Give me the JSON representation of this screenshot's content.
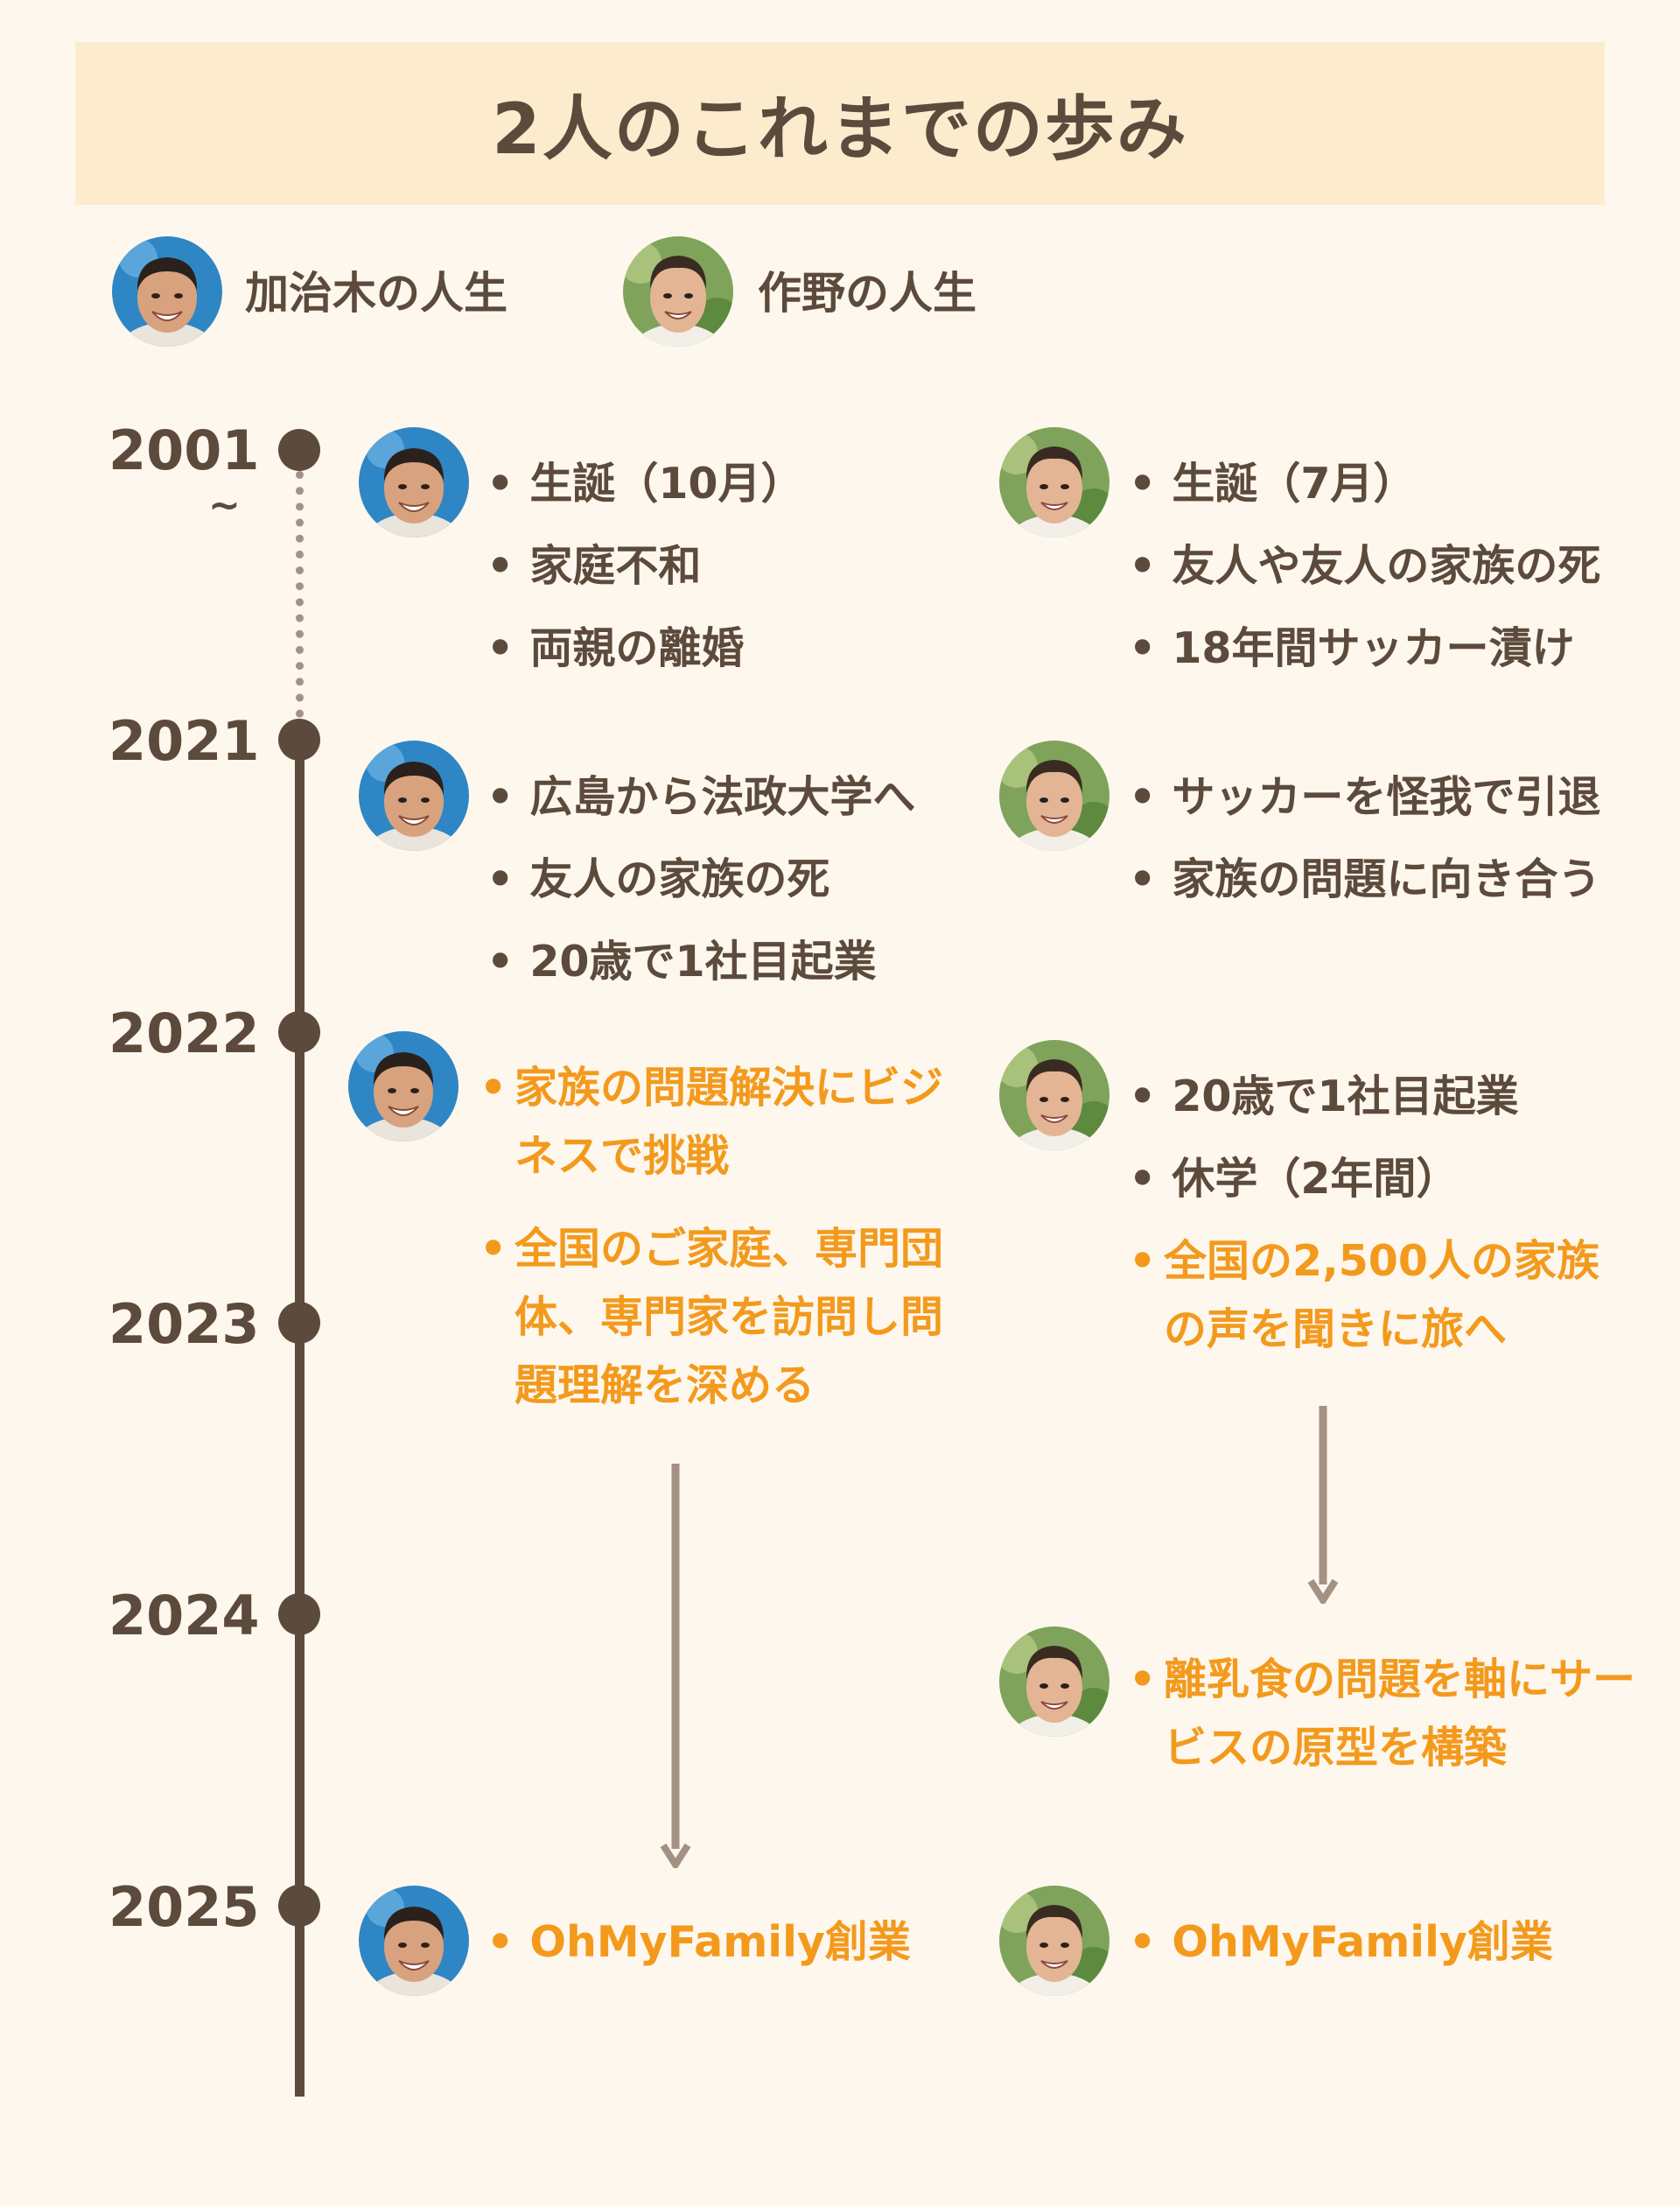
{
  "title": "2人のこれまでの歩み",
  "legend": [
    {
      "name": "加治木の人生",
      "avatar": "kajiki-avatar"
    },
    {
      "name": "作野の人生",
      "avatar": "sakuno-avatar"
    }
  ],
  "years": [
    "2001",
    "2021",
    "2022",
    "2023",
    "2024",
    "2025"
  ],
  "year_range_mark": "~",
  "colors": {
    "background": "#fdf7ee",
    "title_bg": "#fdebce",
    "text": "#5c4a3c",
    "highlight": "#f39a1d",
    "timeline": "#5c4a3c",
    "arrow": "#a39283"
  },
  "kajiki": {
    "p2001": [
      "生誕（10月）",
      "家庭不和",
      "両親の離婚"
    ],
    "p2021": [
      "広島から法政大学へ",
      "友人の家族の死",
      "20歳で1社目起業"
    ],
    "p2022": [
      "家族の問題解決にビジネスで挑戦",
      "全国のご家庭、専門団体、専門家を訪問し問題理解を深める"
    ],
    "p2025": [
      "OhMyFamily創業"
    ]
  },
  "sakuno": {
    "p2001": [
      "生誕（7月）",
      "友人や友人の家族の死",
      "18年間サッカー漬け"
    ],
    "p2021": [
      "サッカーを怪我で引退",
      "家族の問題に向き合う"
    ],
    "p2022": [
      "20歳で1社目起業",
      "休学（2年間）"
    ],
    "p2022_hl": [
      "全国の2,500人の家族の声を聞きに旅へ"
    ],
    "p2024": [
      "離乳食の問題を軸にサービスの原型を構築"
    ],
    "p2025": [
      "OhMyFamily創業"
    ]
  }
}
